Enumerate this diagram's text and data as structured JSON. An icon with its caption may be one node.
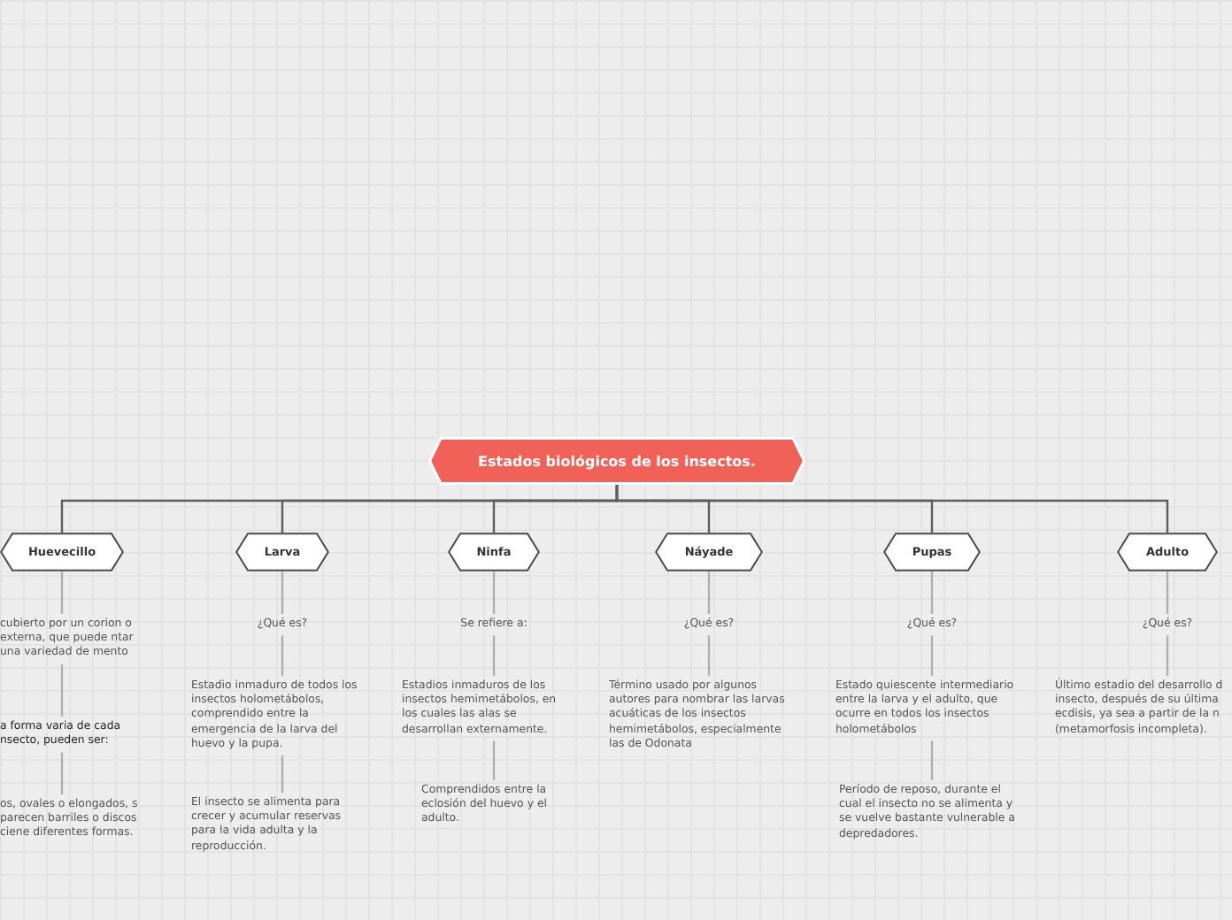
{
  "diagram": {
    "nodes": [
      {
        "text": [
          "Estados biológicos de los insectos."
        ]
      },
      {
        "text": [
          "Huevecillo"
        ]
      },
      {
        "text": [
          "Larva"
        ]
      },
      {
        "text": [
          "Ninfa"
        ]
      },
      {
        "text": [
          "Náyade"
        ]
      },
      {
        "text": [
          "Pupas"
        ]
      },
      {
        "text": [
          "Adulto"
        ]
      },
      {
        "text": [
          "cubierto por un corion o externa, que puede ntar una variedad de mento"
        ]
      },
      {
        "text": [
          "a forma varia de cada nsecto, pueden ser:"
        ]
      },
      {
        "text": [
          "os, ovales o elongados, s parecen barriles o discos ciene diferentes formas."
        ]
      },
      {
        "text": [
          "¿Qué es?"
        ]
      },
      {
        "text": [
          "Estadio inmaduro de todos los insectos holometábolos, comprendido entre la emergencia de la larva del huevo y la pupa."
        ]
      },
      {
        "text": [
          "El insecto se alimenta para crecer y acumular reservas para la vida adulta y la reproducción."
        ]
      },
      {
        "text": [
          "Se refiere a:"
        ]
      },
      {
        "text": [
          "Estadios inmaduros de los insectos hemimetábolos, en los cuales las alas se desarrollan externamente."
        ]
      },
      {
        "text": [
          "Comprendidos entre la eclosión del huevo y el adulto."
        ]
      },
      {
        "text": [
          "¿Qué es?"
        ]
      },
      {
        "text": [
          "Término usado por algunos autores para nombrar las larvas acuáticas de los insectos hemimetábolos, especialmente las de Odonata"
        ]
      },
      {
        "text": [
          "¿Qué es?"
        ]
      },
      {
        "text": [
          "Estado quiescente intermediario entre la larva y el adulto, que ocurre en todos los insectos holometábolos"
        ]
      },
      {
        "text": [
          "Período de reposo, durante el cual el insecto no se alimenta y se vuelve bastante vulnerable a depredadores."
        ]
      },
      {
        "text": [
          "¿Qué es?"
        ]
      },
      {
        "text": [
          "Último estadio del desarrollo d insecto, después de su última ecdisis, ya sea a partir de la n (metamorfosis incompleta)."
        ]
      }
    ],
    "edges": [
      {
        "from": 0,
        "to": 1,
        "arrow": "none",
        "color": "#5e5e5e"
      },
      {
        "from": 0,
        "to": 2,
        "arrow": "none",
        "color": "#5e5e5e"
      },
      {
        "from": 0,
        "to": 3,
        "arrow": "none",
        "color": "#5e5e5e"
      },
      {
        "from": 0,
        "to": 4,
        "arrow": "none",
        "color": "#5e5e5e"
      },
      {
        "from": 0,
        "to": 5,
        "arrow": "none",
        "color": "#5e5e5e"
      },
      {
        "from": 0,
        "to": 6,
        "arrow": "none",
        "color": "#5e5e5e"
      },
      {
        "from": 1,
        "to": 7,
        "arrow": "none"
      },
      {
        "from": 7,
        "to": 8,
        "arrow": "none"
      },
      {
        "from": 8,
        "to": 9,
        "arrow": "none"
      },
      {
        "from": 2,
        "to": 10,
        "arrow": "none"
      },
      {
        "from": 10,
        "to": 11,
        "arrow": "none"
      },
      {
        "from": 11,
        "to": 12,
        "arrow": "none"
      },
      {
        "from": 3,
        "to": 13,
        "arrow": "none"
      },
      {
        "from": 13,
        "to": 14,
        "arrow": "none"
      },
      {
        "from": 14,
        "to": 15,
        "arrow": "none"
      },
      {
        "from": 4,
        "to": 16,
        "arrow": "none"
      },
      {
        "from": 16,
        "to": 17,
        "arrow": "none"
      },
      {
        "from": 5,
        "to": 18,
        "arrow": "none"
      },
      {
        "from": 18,
        "to": 19,
        "arrow": "none"
      },
      {
        "from": 19,
        "to": 20,
        "arrow": "none"
      },
      {
        "from": 6,
        "to": 21,
        "arrow": "none"
      },
      {
        "from": 21,
        "to": 22,
        "arrow": "none"
      }
    ]
  }
}
